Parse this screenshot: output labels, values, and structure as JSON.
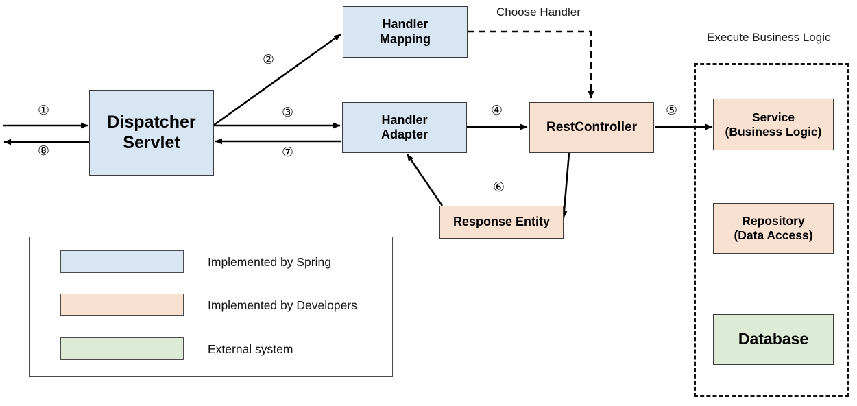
{
  "diagram": {
    "title_hidden": "Spring MVC Request Processing Flow",
    "colors": {
      "spring_fill": "#d8e6f3",
      "developer_fill": "#f9e1d2",
      "external_fill": "#ddebd6",
      "stroke": "#3b3b3b",
      "line": "#000000"
    }
  },
  "nodes": {
    "dispatcher_servlet": {
      "line1": "Dispatcher",
      "line2": "Servlet",
      "kind": "spring"
    },
    "handler_mapping": {
      "line1": "Handler",
      "line2": "Mapping",
      "kind": "spring"
    },
    "handler_adapter": {
      "line1": "Handler",
      "line2": "Adapter",
      "kind": "spring"
    },
    "rest_controller": {
      "line1": "RestController",
      "line2": "",
      "kind": "developer"
    },
    "response_entity": {
      "line1": "Response Entity",
      "line2": "",
      "kind": "developer"
    },
    "service": {
      "line1": "Service",
      "line2": "(Business Logic)",
      "kind": "developer"
    },
    "repository": {
      "line1": "Repository",
      "line2": "(Data Access)",
      "kind": "developer"
    },
    "database": {
      "line1": "Database",
      "line2": "",
      "kind": "external"
    }
  },
  "edge_labels": {
    "step1": "①",
    "step2": "②",
    "step3": "③",
    "step4": "④",
    "step5": "⑤",
    "step6": "⑥",
    "step7": "⑦",
    "step8": "⑧"
  },
  "annotations": {
    "choose_handler": "Choose Handler",
    "execute_business_logic": "Execute Business Logic"
  },
  "legend": {
    "items": [
      {
        "label": "Implemented by Spring",
        "color": "#d8e6f3"
      },
      {
        "label": "Implemented by Developers",
        "color": "#f9e1d2"
      },
      {
        "label": "External system",
        "color": "#ddebd6"
      }
    ]
  }
}
